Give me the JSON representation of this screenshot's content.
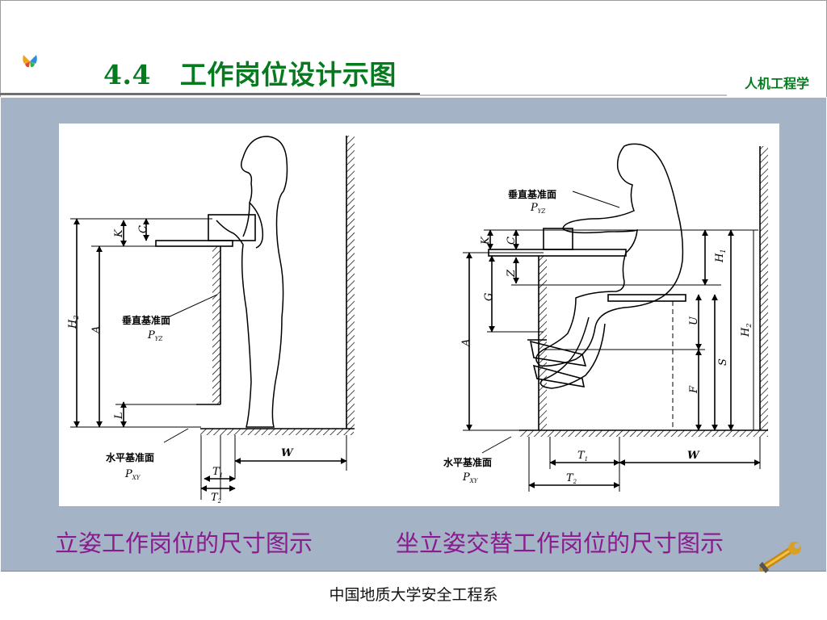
{
  "header": {
    "title_number": "4.4",
    "title_text": "工作岗位设计示图",
    "course_name": "人机工程学"
  },
  "figure_left": {
    "labels": {
      "vertical_plane": "垂直基准面",
      "vertical_plane_symbol": "P",
      "vertical_plane_sub": "YZ",
      "horizontal_plane": "水平基准面",
      "horizontal_plane_symbol": "P",
      "horizontal_plane_sub": "XY",
      "H": "H",
      "H_sub": "2",
      "A": "A",
      "K": "K",
      "C": "C",
      "L": "L",
      "W": "W",
      "T1": "T",
      "T1_sub": "1",
      "T2": "T",
      "T2_sub": "2"
    }
  },
  "figure_right": {
    "labels": {
      "vertical_plane": "垂直基准面",
      "vertical_plane_symbol": "P",
      "vertical_plane_sub": "YZ",
      "horizontal_plane": "水平基准面",
      "horizontal_plane_symbol": "P",
      "horizontal_plane_sub": "XY",
      "K": "K",
      "C": "C",
      "Z": "Z",
      "G": "G",
      "A": "A",
      "H1": "H",
      "H1_sub": "1",
      "H2": "H",
      "H2_sub": "2",
      "U": "U",
      "S": "S",
      "F": "F",
      "W": "W",
      "T1": "T",
      "T1_sub": "1",
      "T2": "T",
      "T2_sub": "2"
    }
  },
  "captions": {
    "left": "立姿工作岗位的尺寸图示",
    "right": "坐立姿交替工作岗位的尺寸图示"
  },
  "footer": {
    "text": "中国地质大学安全工程系"
  },
  "colors": {
    "title_green": "#067a1f",
    "caption_purple": "#8a1b8f",
    "content_bg": "#a4b3c6"
  },
  "icons": {
    "logo": "butterfly-logo-icon",
    "tool": "wrench-icon"
  }
}
